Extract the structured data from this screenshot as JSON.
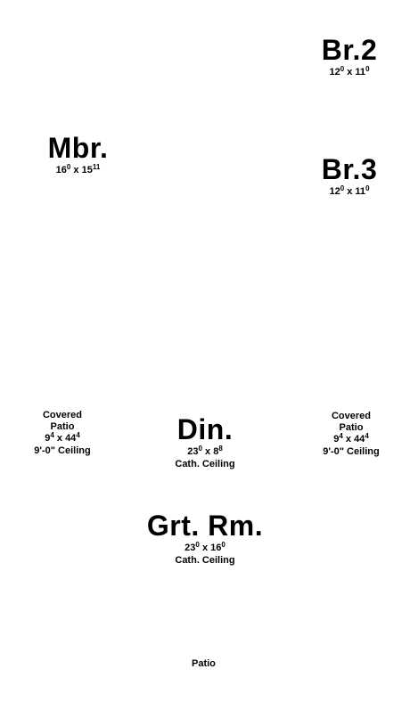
{
  "rooms": {
    "br2": {
      "name": "Br.2",
      "dim_a": "12",
      "dim_a_sup": "0",
      "x": "x",
      "dim_b": "11",
      "dim_b_sup": "0"
    },
    "mbr": {
      "name": "Mbr.",
      "dim_a": "16",
      "dim_a_sup": "0",
      "x": "x",
      "dim_b": "15",
      "dim_b_sup": "11"
    },
    "br3": {
      "name": "Br.3",
      "dim_a": "12",
      "dim_a_sup": "0",
      "x": "x",
      "dim_b": "11",
      "dim_b_sup": "0"
    },
    "din": {
      "name": "Din.",
      "dim_a": "23",
      "dim_a_sup": "0",
      "x": "x",
      "dim_b": "8",
      "dim_b_sup": "8",
      "ceiling": "Cath. Ceiling"
    },
    "grt": {
      "name": "Grt. Rm.",
      "dim_a": "23",
      "dim_a_sup": "0",
      "x": "x",
      "dim_b": "16",
      "dim_b_sup": "0",
      "ceiling": "Cath. Ceiling"
    }
  },
  "covered_patios": {
    "left": {
      "line1": "Covered",
      "line2": "Patio",
      "dim_a": "9",
      "dim_a_sup": "4",
      "x": "x",
      "dim_b": "44",
      "dim_b_sup": "4",
      "ceiling": "9'-0\" Ceiling"
    },
    "right": {
      "line1": "Covered",
      "line2": "Patio",
      "dim_a": "9",
      "dim_a_sup": "4",
      "x": "x",
      "dim_b": "44",
      "dim_b_sup": "4",
      "ceiling": "9'-0\" Ceiling"
    }
  },
  "patio": {
    "label": "Patio"
  }
}
